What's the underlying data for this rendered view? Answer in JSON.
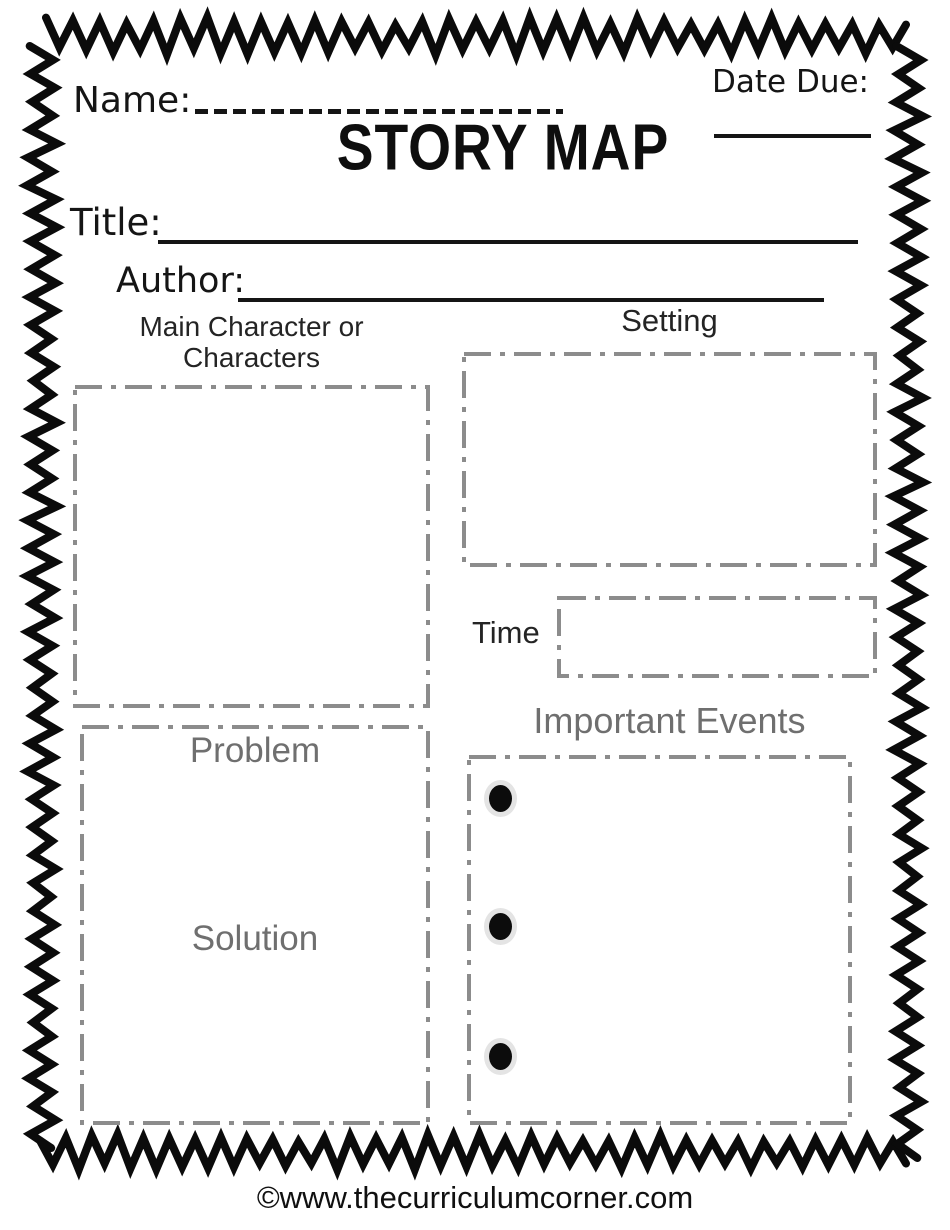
{
  "header": {
    "name_label": "Name:",
    "date_due_label": "Date Due:",
    "title": "STORY MAP"
  },
  "fields": {
    "title_label": "Title:",
    "author_label": "Author:"
  },
  "sections": {
    "main_character": {
      "label": "Main Character or Characters"
    },
    "setting": {
      "label": "Setting"
    },
    "time": {
      "label": "Time"
    },
    "important_events": {
      "label": "Important Events",
      "bullet_count": 3
    },
    "problem": {
      "label": "Problem"
    },
    "solution": {
      "label": "Solution"
    }
  },
  "footer": {
    "credit": "©www.thecurriculumcorner.com"
  },
  "colors": {
    "ink_black": "#0b0b0b",
    "box_border_gray": "#8c8c8c",
    "label_gray": "#6f6f6f",
    "label_dark": "#242424"
  }
}
